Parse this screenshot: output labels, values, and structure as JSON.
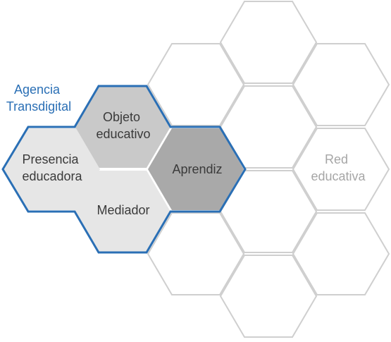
{
  "diagram": {
    "group_label": [
      "Agencia",
      "Transdigital"
    ],
    "network_label": [
      "Red",
      "educativa"
    ],
    "nodes": {
      "objeto": [
        "Objeto",
        "educativo"
      ],
      "presencia": [
        "Presencia",
        "educadora"
      ],
      "aprendiz": [
        "Aprendiz"
      ],
      "mediador": [
        "Mediador"
      ]
    }
  },
  "colors": {
    "group_outline": "#2a6fb5",
    "group_label": "#2a6fb5",
    "network_outline": "#cfcfcf",
    "network_label": "#a6a6a6",
    "fill_light": "#e6e6e6",
    "fill_mid": "#c9c9c9",
    "fill_dark": "#a9a9a9",
    "text": "#3a3a3a"
  }
}
